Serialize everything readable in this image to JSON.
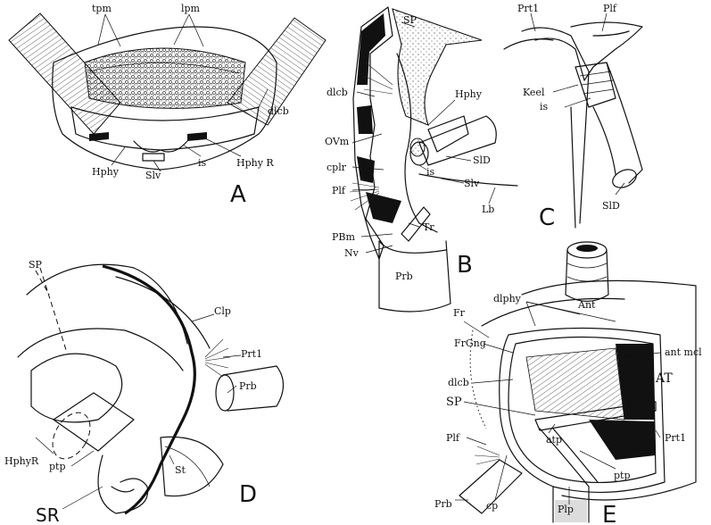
{
  "figure": {
    "panels": {
      "A": {
        "letter": "A",
        "labels": {
          "tpm": "tpm",
          "lpm": "lpm",
          "dlcb": "dlcb",
          "hphy": "Hphy",
          "slv": "Slv",
          "is": "is",
          "hphyr": "Hphy R"
        }
      },
      "B": {
        "letter": "B",
        "labels": {
          "sp": "SP",
          "dlcb": "dlcb",
          "hphy": "Hphy",
          "ovm": "OVm",
          "cplr": "cplr",
          "sld": "SlD",
          "is": "is",
          "slv": "Slv",
          "plf": "Plf",
          "lb": "Lb",
          "tr": "Tr",
          "pbm": "PBm",
          "nv": "Nv",
          "prb": "Prb"
        }
      },
      "C": {
        "letter": "C",
        "labels": {
          "prt1": "Prt1",
          "plf": "Plf",
          "keel": "Keel",
          "is": "is",
          "sld": "SlD"
        }
      },
      "D": {
        "letter": "D",
        "labels": {
          "sp": "SP",
          "clp": "Clp",
          "prt1": "Prt1",
          "hphyr": "HphyR",
          "prb": "Prb",
          "ptp": "ptp",
          "st": "St",
          "sr": "SR"
        }
      },
      "E": {
        "letter": "E",
        "labels": {
          "dlphy": "dlphy",
          "ant": "Ant",
          "fr": "Fr",
          "frgng": "FrGng",
          "antmcl": "ant mcl",
          "dlcb": "dlcb",
          "at": "AT",
          "sp": "SP",
          "plf": "Plf",
          "prt1": "Prt1",
          "atp": "atp",
          "ptp": "ptp",
          "prb": "Prb",
          "cp": "cp",
          "plp": "Plp"
        }
      }
    }
  }
}
